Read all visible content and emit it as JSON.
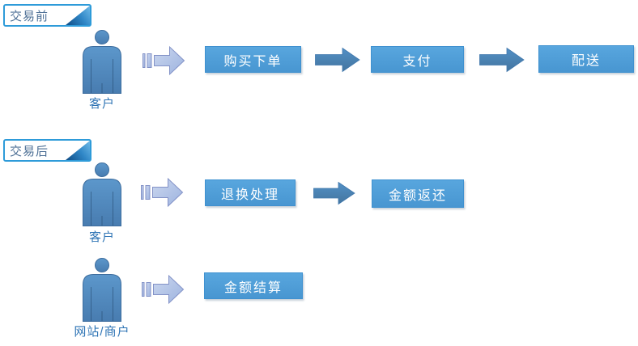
{
  "sections": [
    {
      "banner": "交易前"
    },
    {
      "banner": "交易后"
    }
  ],
  "rows": [
    {
      "actor": "客户",
      "steps": [
        "购买下单",
        "支付",
        "配送"
      ]
    },
    {
      "actor": "客户",
      "steps": [
        "退换处理",
        "金额返还"
      ]
    },
    {
      "actor": "网站/商户",
      "steps": [
        "金额结算"
      ]
    }
  ],
  "icons": {
    "person": "person-icon",
    "striped_arrow": "striped-right-arrow-icon",
    "solid_arrow": "right-arrow-icon",
    "banner_fold": "folded-corner-icon"
  },
  "colors": {
    "background": "#FFFFFF",
    "box_fill_top": "#58A6DE",
    "box_fill_bottom": "#4896D1",
    "box_border": "#3F91D0",
    "box_text": "#FFFFFF",
    "solid_arrow_fill": "#4B87BE",
    "solid_arrow_edge": "#4077AC",
    "striped_arrow_fill_light": "#CBD7EF",
    "striped_arrow_fill_dark": "#9DB3DF",
    "striped_arrow_border": "#8392C7",
    "person_fill_top": "#5C97CB",
    "person_fill_bottom": "#487CB0",
    "person_border": "#3D6D9E",
    "banner_border": "#2E9BD9",
    "banner_text": "#4E7096",
    "banner_fold_dark": "#11508A",
    "banner_fold_light": "#6FBAE8",
    "actor_label_text": "#2E74B5"
  }
}
